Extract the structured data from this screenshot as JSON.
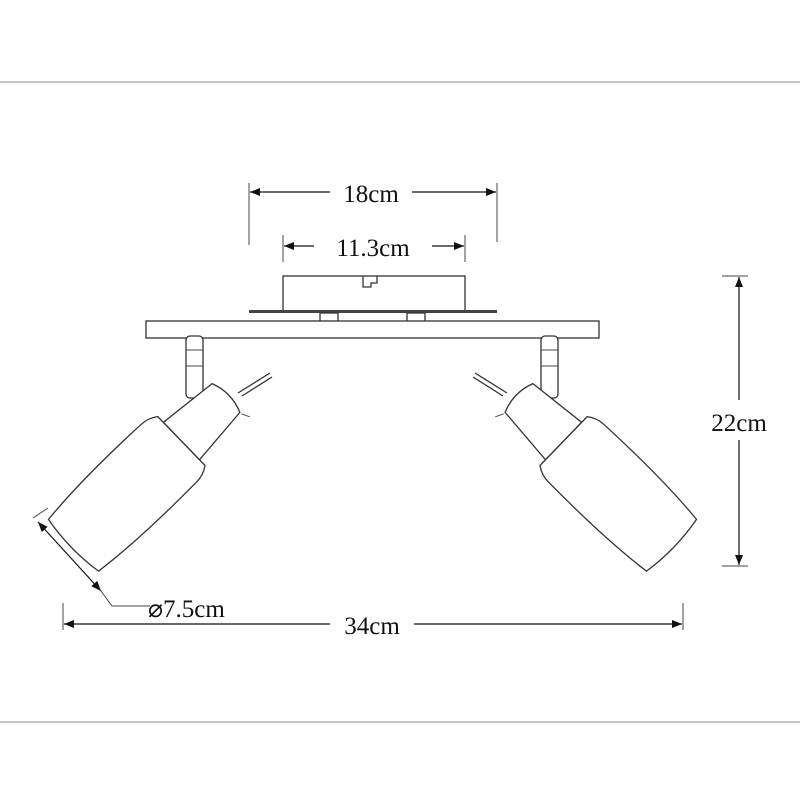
{
  "dimensions": {
    "mount_width": "18cm",
    "mount_hole_spacing": "11.3cm",
    "height": "22cm",
    "shade_diameter": "⌀7.5cm",
    "total_width": "34cm"
  },
  "colors": {
    "line": "#333333",
    "text": "#111111",
    "background": "#ffffff"
  }
}
